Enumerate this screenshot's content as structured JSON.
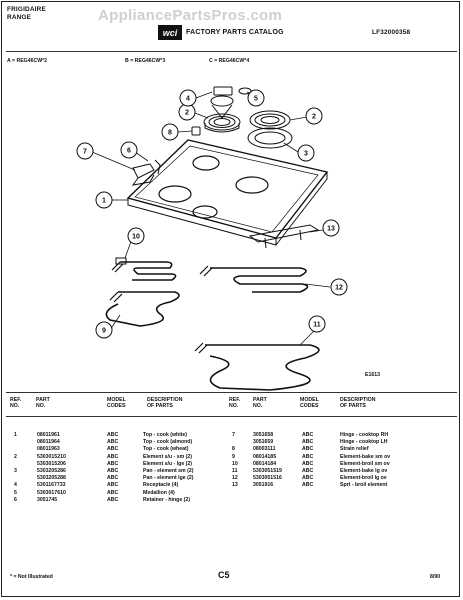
{
  "header": {
    "brand_line1": "FRIGIDAIRE",
    "brand_line2": "RANGE",
    "catalog_title": "FACTORY PARTS CATALOG",
    "catalog_number": "LF32000358",
    "watermark": "AppliancePartsPros.com"
  },
  "models": {
    "a": "A = REG46CW*2",
    "b": "B = REG46CW*3",
    "c": "C = REG46CW*4"
  },
  "diagram": {
    "figure_id": "E1613",
    "callouts": [
      "1",
      "2",
      "3",
      "4",
      "5",
      "6",
      "7",
      "8",
      "9",
      "10",
      "11",
      "12",
      "13"
    ]
  },
  "table_headers": {
    "ref_no": [
      "REF.",
      "NO."
    ],
    "part_no": [
      "PART",
      "NO."
    ],
    "model_codes": [
      "MODEL",
      "CODES"
    ],
    "description": [
      "DESCRIPTION",
      "OF PARTS"
    ]
  },
  "left_table": {
    "refs": [
      "1",
      "",
      "",
      "2",
      "",
      "3",
      "",
      "4",
      "5",
      "6"
    ],
    "parts": [
      "08011961",
      "08011964",
      "08011963",
      "5303015210",
      "5303015206",
      "5303205286",
      "5303205288",
      "5301167733",
      "5303017610",
      "3051745"
    ],
    "codes": [
      "ABC",
      "ABC",
      "ABC",
      "ABC",
      "ABC",
      "ABC",
      "ABC",
      "ABC",
      "ABC",
      "ABC"
    ],
    "descriptions": [
      "Top - cook (white)",
      "Top - cook (almond)",
      "Top - cook (wheat)",
      "Element s/u - sm (2)",
      "Element s/u - lge (2)",
      "Pan - element sm (2)",
      "Pan - element lge (2)",
      "Receptacle (4)",
      "Medallion (4)",
      "Retainer - hinge (2)"
    ]
  },
  "right_table": {
    "refs": [
      "7",
      "",
      "8",
      "9",
      "10",
      "11",
      "12",
      "13"
    ],
    "parts": [
      "3051658",
      "3051659",
      "08003111",
      "08014185",
      "08014184",
      "5303051519",
      "5303051516",
      "3051916"
    ],
    "codes": [
      "ABC",
      "ABC",
      "ABC",
      "ABC",
      "ABC",
      "ABC",
      "ABC",
      "ABC"
    ],
    "descriptions": [
      "Hinge - cooktop RH",
      "Hinge - cooktop LH",
      "Strain relief",
      "Element-bake sm ov",
      "Element-broil sm ov",
      "Element-bake lg ov",
      "Element-broil lg ov",
      "Sprt - broil element"
    ]
  },
  "footer": {
    "note": "* = Not Illustrated",
    "page": "C5",
    "date": "8/90"
  }
}
